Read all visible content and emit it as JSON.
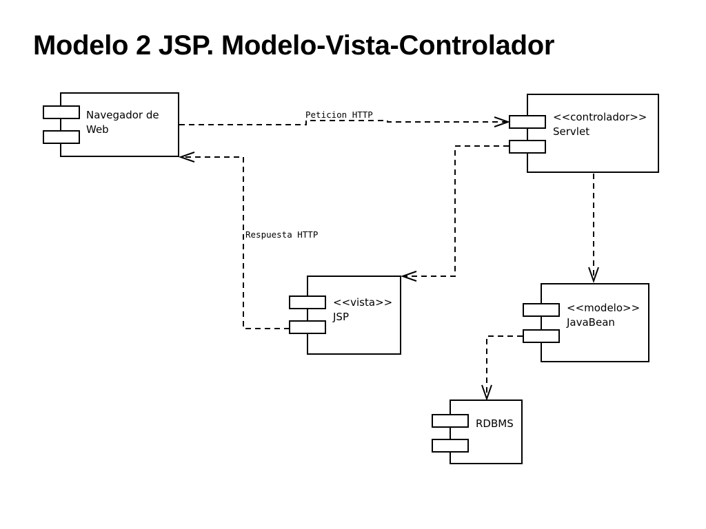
{
  "slide": {
    "title": "Modelo 2 JSP. Modelo-Vista-Controlador"
  },
  "diagram": {
    "components": {
      "navegador": {
        "line1": "Navegador de",
        "line2": "Web"
      },
      "servlet": {
        "line1": "<<controlador>>",
        "line2": "Servlet"
      },
      "jsp": {
        "line1": "<<vista>>",
        "line2": "JSP"
      },
      "javabean": {
        "line1": "<<modelo>>",
        "line2": "JavaBean"
      },
      "rdbms": {
        "line1": "RDBMS"
      }
    },
    "edges": {
      "peticion": {
        "label": "Peticion HTTP"
      },
      "respuesta": {
        "label": "Respuesta HTTP"
      }
    }
  }
}
